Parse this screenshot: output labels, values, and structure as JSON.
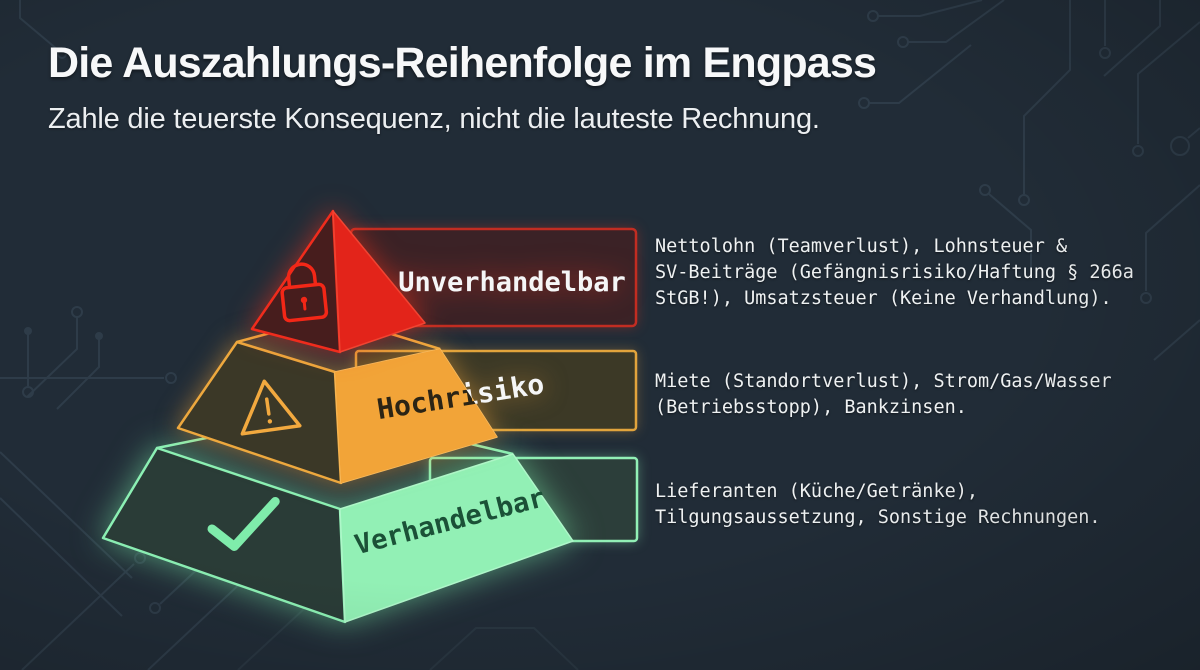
{
  "header": {
    "title": "Die Auszahlungs-Reihenfolge im Engpass",
    "subtitle": "Zahle die teuerste Konsequenz, nicht die lauteste Rechnung."
  },
  "pyramid": {
    "type": "priority-pyramid",
    "tiers": [
      {
        "rank": 1,
        "label": "Unverhandelbar",
        "icon": "lock-icon",
        "color": "#e3241a",
        "box_background": "#3b2226",
        "box_border": "#c22d22",
        "description_lines": [
          "Nettolohn (Teamverlust), Lohnsteuer &",
          "SV-Beiträge (Gefängnisrisiko/Haftung § 266a",
          "StGB!), Umsatzsteuer (Keine Verhandlung)."
        ]
      },
      {
        "rank": 2,
        "label": "Hochrisiko",
        "icon": "warning-icon",
        "color": "#f2a438",
        "box_background": "#3c3926",
        "box_border": "#e2a43c",
        "description_lines": [
          "Miete (Standortverlust), Strom/Gas/Wasser",
          "(Betriebsstopp), Bankzinsen."
        ]
      },
      {
        "rank": 3,
        "label": "Verhandelbar",
        "icon": "check-icon",
        "color": "#92f0b5",
        "box_background": "#2c3e3a",
        "box_border": "#92f0b6",
        "description_lines": [
          "Lieferanten (Küche/Getränke),",
          "Tilgungsaussetzung, Sonstige Rechnungen."
        ]
      }
    ]
  },
  "colors": {
    "background": "#212c37",
    "circuit_trace": "#33424f",
    "text": "#eef1f2",
    "label_on_green": "#1b5137",
    "label_on_orange": "#2b2415"
  }
}
